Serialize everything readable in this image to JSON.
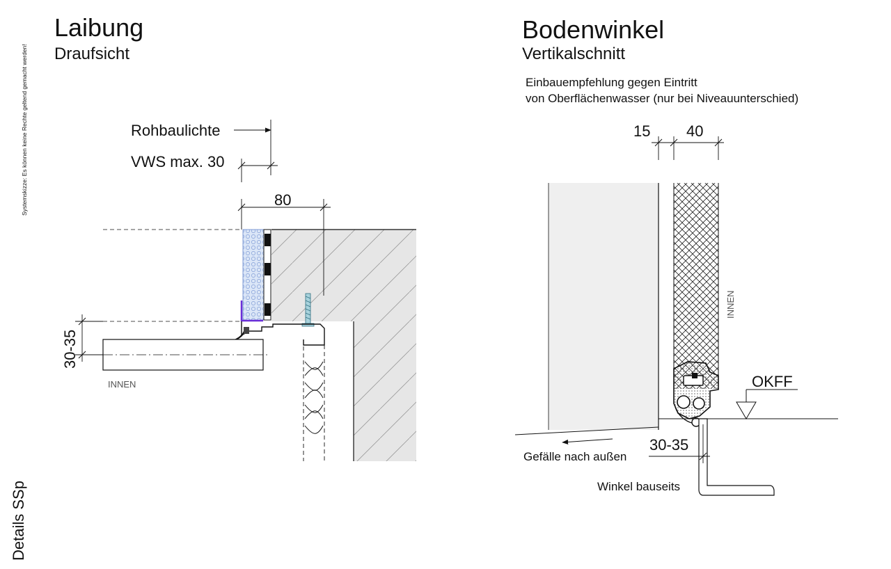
{
  "side": {
    "disclaimer": "Systemskizze: Es können keine Rechte geltend gemacht werden!",
    "label": "Details SSp"
  },
  "left_drawing": {
    "title": "Laibung",
    "subtitle": "Draufsicht",
    "labels": {
      "rohbaulichte": "Rohbaulichte",
      "vws": "VWS max. 30",
      "dim_80": "80",
      "dim_30_35": "30-35",
      "innen": "INNEN"
    }
  },
  "right_drawing": {
    "title": "Bodenwinkel",
    "subtitle": "Vertikalschnitt",
    "note_line1": "Einbauempfehlung gegen Eintritt",
    "note_line2": "von Oberflächenwasser (nur bei Niveauunterschied)",
    "labels": {
      "dim_15": "15",
      "dim_40": "40",
      "innen": "INNEN",
      "okff": "OKFF",
      "gefaelle": "Gefälle nach außen",
      "dim_30_35": "30-35",
      "winkel": "Winkel bauseits"
    }
  },
  "colors": {
    "line": "#111111",
    "concrete": "#e6e6e6",
    "wall": "#efefef",
    "insulation": "#dbe6f7",
    "insulation_line": "#7f9bd6",
    "seal": "#6a2fd8",
    "screw": "#a8d2dc"
  }
}
